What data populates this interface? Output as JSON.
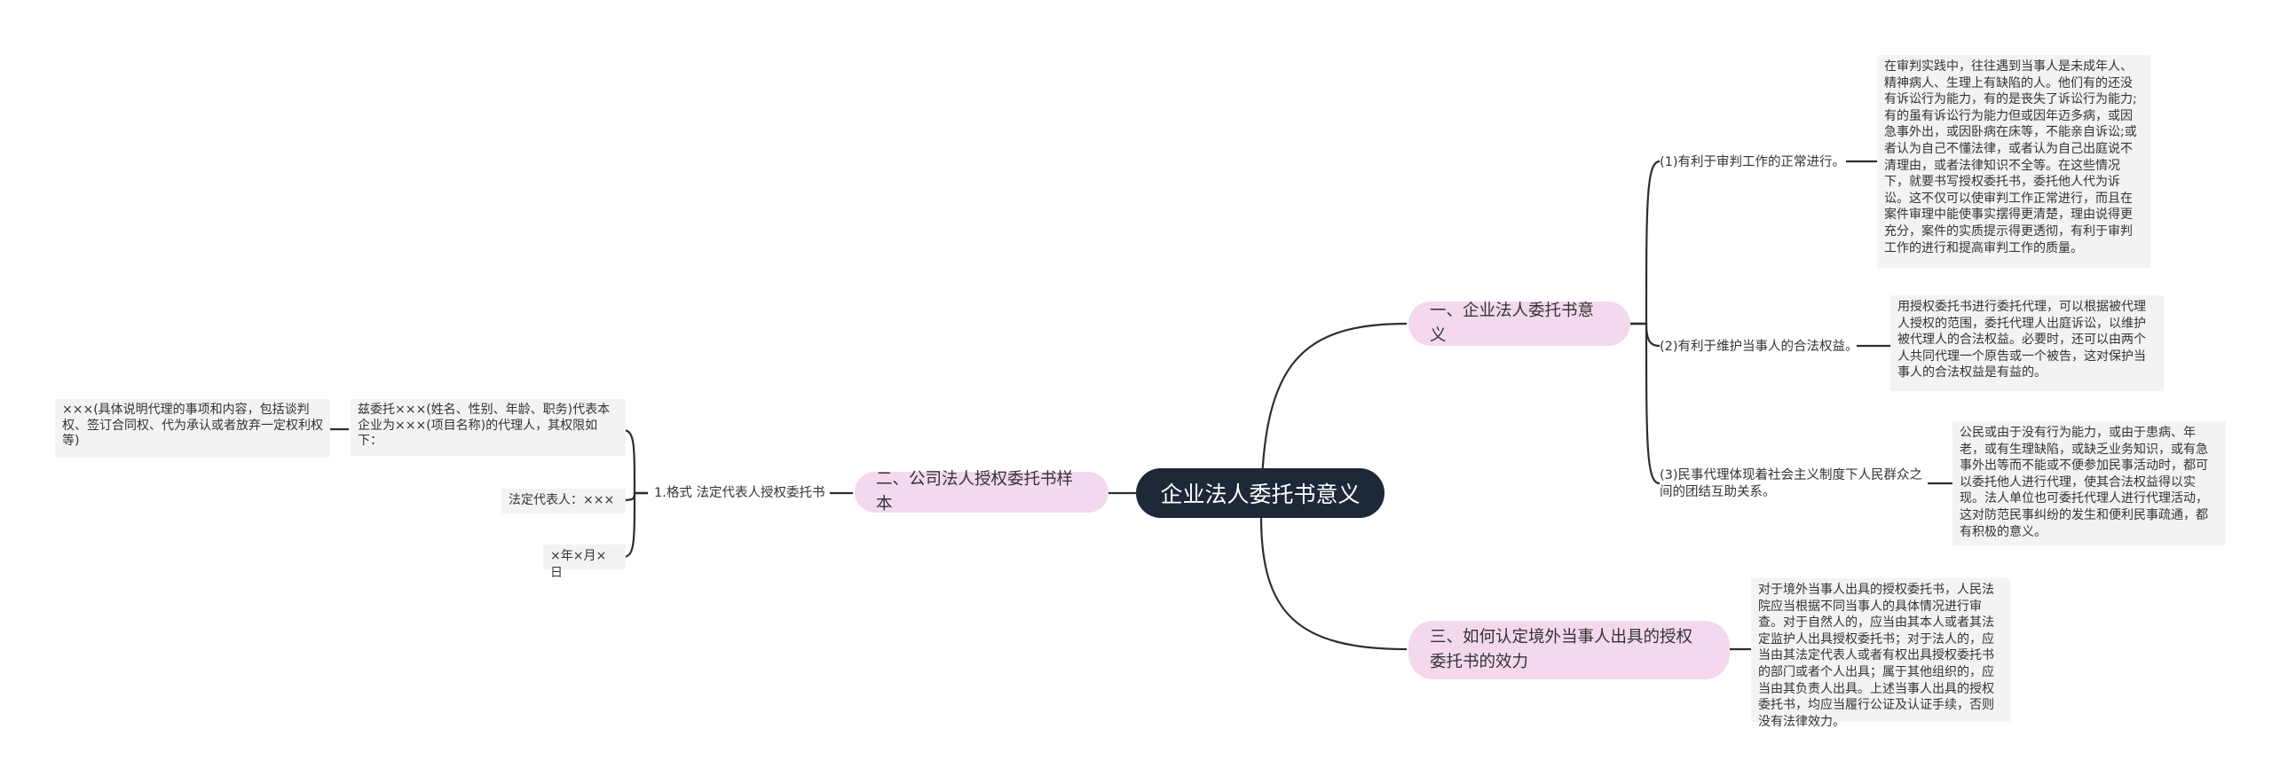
{
  "root": {
    "label": "企业法人委托书意义"
  },
  "branch1": {
    "label": "一、企业法人委托书意义",
    "children": [
      {
        "label": "(1)有利于审判工作的正常进行。",
        "detail": "在审判实践中，往往遇到当事人是未成年人、精神病人、生理上有缺陷的人。他们有的还没有诉讼行为能力，有的是丧失了诉讼行为能力;有的虽有诉讼行为能力但或因年迈多病，或因急事外出，或因卧病在床等，不能亲自诉讼;或者认为自己不懂法律，或者认为自己出庭说不清理由，或者法律知识不全等。在这些情况下，就要书写授权委托书，委托他人代为诉讼。这不仅可以使审判工作正常进行，而且在案件审理中能使事实摆得更清楚，理由说得更充分，案件的实质提示得更透彻，有利于审判工作的进行和提高审判工作的质量。"
      },
      {
        "label": "(2)有利于维护当事人的合法权益。",
        "detail": "用授权委托书进行委托代理，可以根据被代理人授权的范围，委托代理人出庭诉讼，以维护被代理人的合法权益。必要时，还可以由两个人共同代理一个原告或一个被告，这对保护当事人的合法权益是有益的。"
      },
      {
        "label": "(3)民事代理体现着社会主义制度下人民群众之间的团结互助关系。",
        "detail": "公民或由于没有行为能力，或由于患病、年老，或有生理缺陷，或缺乏业务知识，或有急事外出等而不能或不便参加民事活动时，都可以委托他人进行代理，使其合法权益得以实现。法人单位也可委托代理人进行代理活动，这对防范民事纠纷的发生和便利民事疏通，都有积极的意义。"
      }
    ]
  },
  "branch2": {
    "label": "二、公司法人授权委托书样本",
    "child": {
      "label": "1.格式 法定代表人授权委托书",
      "items": [
        {
          "label": "兹委托×××(姓名、性别、年龄、职务)代表本企业为×××(项目名称)的代理人，其权限如下：",
          "detail": "×××(具体说明代理的事项和内容，包括谈判权、签订合同权、代为承认或者放弃一定权利权等)"
        },
        {
          "label": "法定代表人：×××"
        },
        {
          "label": "×年×月×日"
        }
      ]
    }
  },
  "branch3": {
    "label": "三、如何认定境外当事人出具的授权委托书的效力",
    "detail": "对于境外当事人出具的授权委托书，人民法院应当根据不同当事人的具体情况进行审查。对于自然人的，应当由其本人或者其法定监护人出具授权委托书；对于法人的，应当由其法定代表人或者有权出具授权委托书的部门或者个人出具；属于其他组织的，应当由其负责人出具。上述当事人出具的授权委托书，均应当履行公证及认证手续，否则没有法律效力。"
  },
  "colors": {
    "root_bg": "#1d2838",
    "branch_bg": "#f4d9ee",
    "box_bg": "#f3f3f3",
    "line": "#2e2e2e"
  }
}
